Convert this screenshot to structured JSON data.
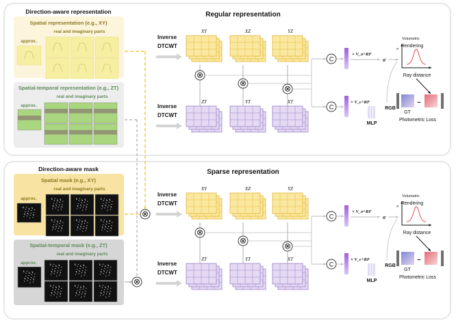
{
  "colors": {
    "yellow": "#f5c842",
    "yellow_fill": "#fbe8a0",
    "purple": "#9b7fc9",
    "purple_fill": "#e4daf3",
    "panel_yellow": "#fdf4dc",
    "panel_yellow_mask": "#f8e3a3",
    "panel_gray": "#ededed",
    "panel_gray_mask": "#d6d6d6",
    "label_olive": "#8a7a20",
    "label_green": "#5f8a5a",
    "gauss": "#e05050"
  },
  "left_top": {
    "title": "Direction-aware representation",
    "spatial": {
      "title": "Spatial representation (e.g., XY)",
      "approx": "approx.",
      "parts": "real and imaginary parts"
    },
    "temporal": {
      "title": "Spatial-temporal representation (e.g., ZT)",
      "approx": "approx.",
      "parts": "real and imaginary parts"
    }
  },
  "left_bottom": {
    "title": "Direction-aware mask",
    "spatial": {
      "title": "Spatial mask (e.g., XY)",
      "approx": "approx.",
      "parts": "real and imaginary parts"
    },
    "temporal": {
      "title": "Spatial-temporal mask (e.g., ZT)",
      "approx": "approx.",
      "parts": "real and imaginary parts"
    }
  },
  "panels": [
    {
      "title": "Regular representation"
    },
    {
      "title": "Sparse representation"
    }
  ],
  "common": {
    "inverse": "Inverse",
    "dtcwt": "DTCWT",
    "planes_top": [
      "XY",
      "XZ",
      "YZ"
    ],
    "planes_bottom": [
      "ZT",
      "YT",
      "XT"
    ],
    "concat": "C",
    "multiply": "⊗",
    "v_sigma": "× V_σ^RF",
    "v_c": "× V_c^RF",
    "sigma": "σ",
    "mlp": "MLP",
    "rgb": "RGB",
    "volumetric": "Volumetric",
    "rendering": "Rendering",
    "ray_distance": "Ray distance",
    "gt": "GT",
    "loss": "Photometric Loss",
    "minus": "–"
  }
}
